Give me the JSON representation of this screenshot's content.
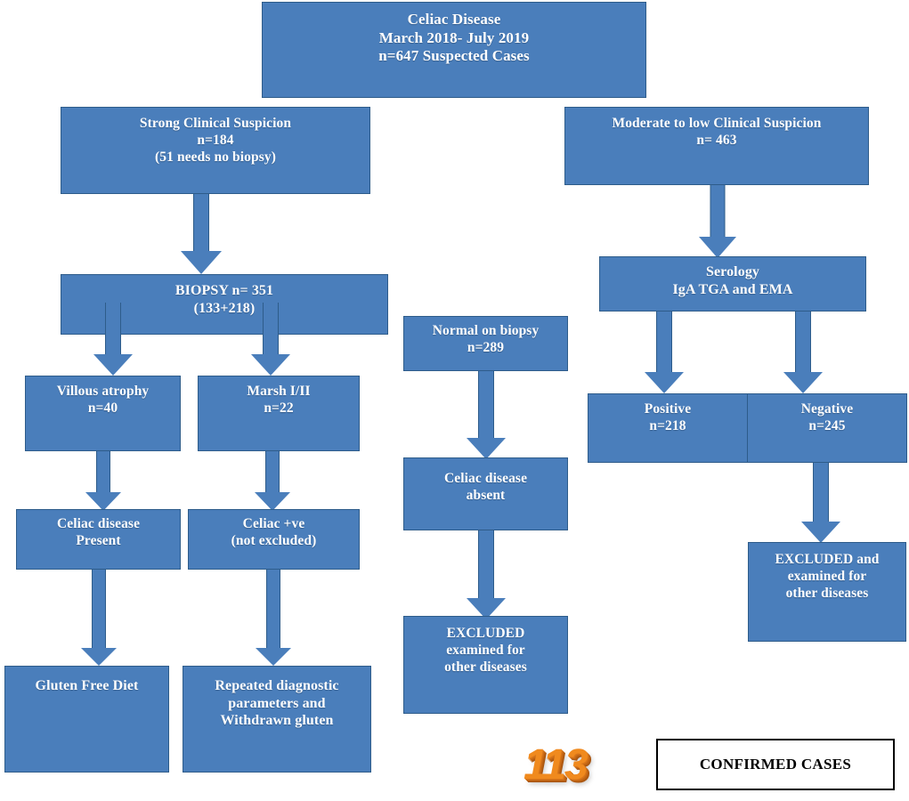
{
  "figure": {
    "title": "Celiac Disease patient flow diagram",
    "fill_color": "#4a7ebb",
    "border_color": "#2e5c8a",
    "text_color": "#ffffff",
    "watermark_color": "#f08a1e"
  },
  "nodes": {
    "root": {
      "line1": "Celiac Disease",
      "line2": "March 2018- July 2019",
      "line3": "n=647 Suspected Cases"
    },
    "strong_suspicion": {
      "line1": "Strong Clinical Suspicion",
      "line2": "n=184",
      "line3": "(51 needs no biopsy)"
    },
    "moderate_suspicion": {
      "line1": "Moderate to low Clinical Suspicion",
      "line2": "n=  463"
    },
    "biopsy": {
      "line1": "BIOPSY n= 351",
      "line2": "(133+218)"
    },
    "villous_atrophy": {
      "line1": "Villous atrophy",
      "line2": "n=40"
    },
    "marsh": {
      "line1": "Marsh I/II",
      "line2": "n=22"
    },
    "celiac_present": {
      "line1": "Celiac disease",
      "line2": "Present"
    },
    "celiac_positive": {
      "line1": "Celiac +ve",
      "line2": "(not excluded)"
    },
    "gluten_free_diet": {
      "line1": "Gluten Free Diet"
    },
    "repeated_diagnostics": {
      "line1": "Repeated diagnostic",
      "line2": "parameters and",
      "line3": "Withdrawn gluten"
    },
    "normal_biopsy": {
      "line1": "Normal on biopsy",
      "line2": "n=289"
    },
    "celiac_absent": {
      "line1": "Celiac disease",
      "line2": "absent"
    },
    "excluded_middle": {
      "line1": "EXCLUDED",
      "line2": "examined for",
      "line3": "other diseases"
    },
    "serology": {
      "line1": "Serology",
      "line2": "IgA TGA and EMA"
    },
    "serology_positive": {
      "line1": "Positive",
      "line2": "n=218"
    },
    "serology_negative": {
      "line1": "Negative",
      "line2": "n=245"
    },
    "excluded_right": {
      "line1": "EXCLUDED and",
      "line2": "examined for",
      "line3": "other diseases"
    }
  },
  "footer": {
    "watermark": "113",
    "confirmed_cases_label": "CONFIRMED CASES"
  }
}
